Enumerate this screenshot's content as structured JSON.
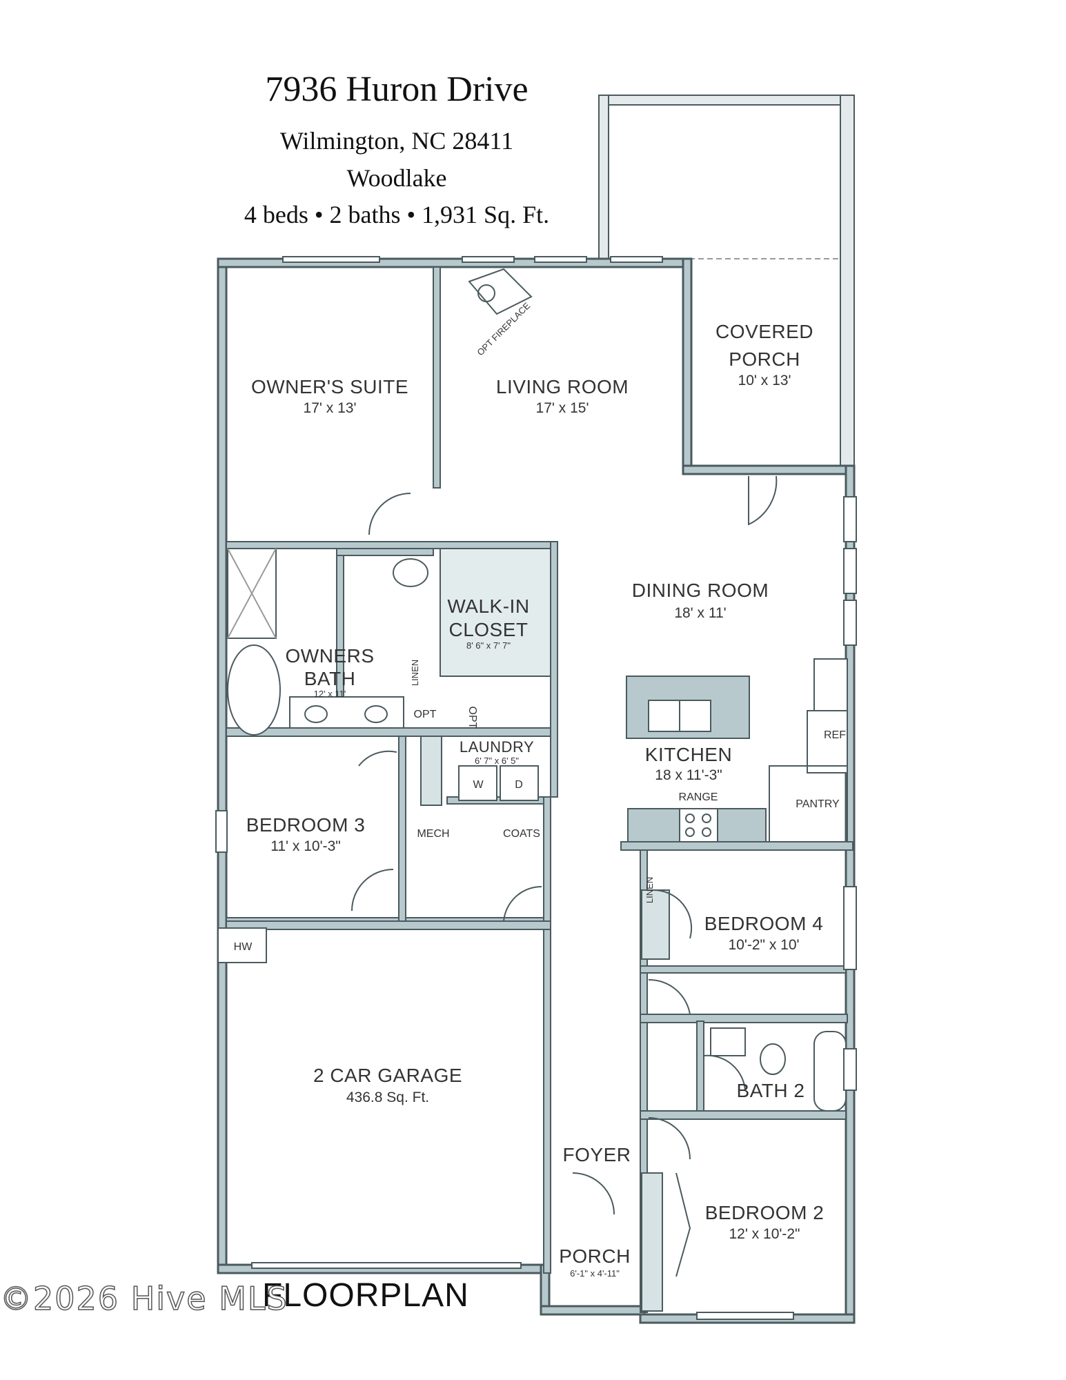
{
  "header": {
    "address": "7936 Huron Drive",
    "city": "Wilmington, NC 28411",
    "community": "Woodlake",
    "summary": "4 beds • 2 baths • 1,931 Sq. Ft."
  },
  "rooms": {
    "owners_suite": {
      "name": "OWNER'S SUITE",
      "dim": "17' x 13'"
    },
    "living_room": {
      "name": "LIVING ROOM",
      "dim": "17' x 15'"
    },
    "covered_porch": {
      "name1": "COVERED",
      "name2": "PORCH",
      "dim": "10' x 13'"
    },
    "walk_in_closet": {
      "name1": "WALK-IN",
      "name2": "CLOSET",
      "dim": "8' 6\" x 7' 7\""
    },
    "dining_room": {
      "name": "DINING ROOM",
      "dim": "18' x 11'"
    },
    "owners_bath": {
      "name1": "OWNERS",
      "name2": "BATH",
      "dim": "12' x 11'"
    },
    "laundry": {
      "name": "LAUNDRY",
      "dim": "6' 7\" x 6' 5\""
    },
    "kitchen": {
      "name": "KITCHEN",
      "dim": "18 x 11'-3\""
    },
    "bedroom_3": {
      "name": "BEDROOM 3",
      "dim": "11' x 10'-3\""
    },
    "bedroom_4": {
      "name": "BEDROOM 4",
      "dim": "10'-2\" x 10'"
    },
    "garage": {
      "name": "2 CAR GARAGE",
      "dim": "436.8 Sq. Ft."
    },
    "bath_2": {
      "name": "BATH 2"
    },
    "foyer": {
      "name": "FOYER"
    },
    "bedroom_2": {
      "name": "BEDROOM 2",
      "dim": "12' x 10'-2\""
    },
    "porch": {
      "name": "PORCH",
      "dim": "6'-1\" x 4'-11\""
    }
  },
  "fixtures": {
    "opt_fireplace": "OPT FIREPLACE",
    "linen": "LINEN",
    "opt": "OPT",
    "w": "W",
    "d": "D",
    "mech": "MECH",
    "coats": "COATS",
    "ref": "REF",
    "range": "RANGE",
    "pantry": "PANTRY",
    "hw": "HW"
  },
  "footer": {
    "title": "FLOORPLAN",
    "watermark": "©2026 Hive MLS"
  },
  "colors": {
    "wall": "#b7c9cc",
    "wall_stroke": "#4a5a5e",
    "text": "#333333"
  }
}
